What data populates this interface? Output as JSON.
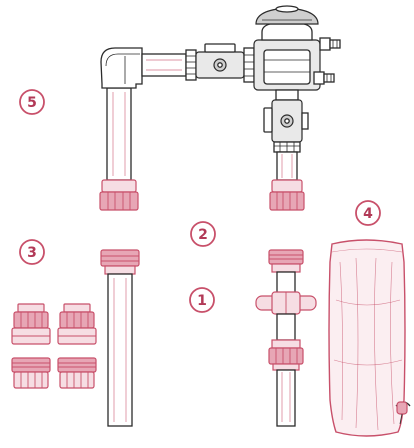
{
  "badges": {
    "one": "1",
    "two": "2",
    "three": "3",
    "four": "4",
    "five": "5"
  },
  "colors": {
    "accent": "#c8506a",
    "accent_fill": "#f6dde3",
    "line": "#2b2b2b"
  }
}
